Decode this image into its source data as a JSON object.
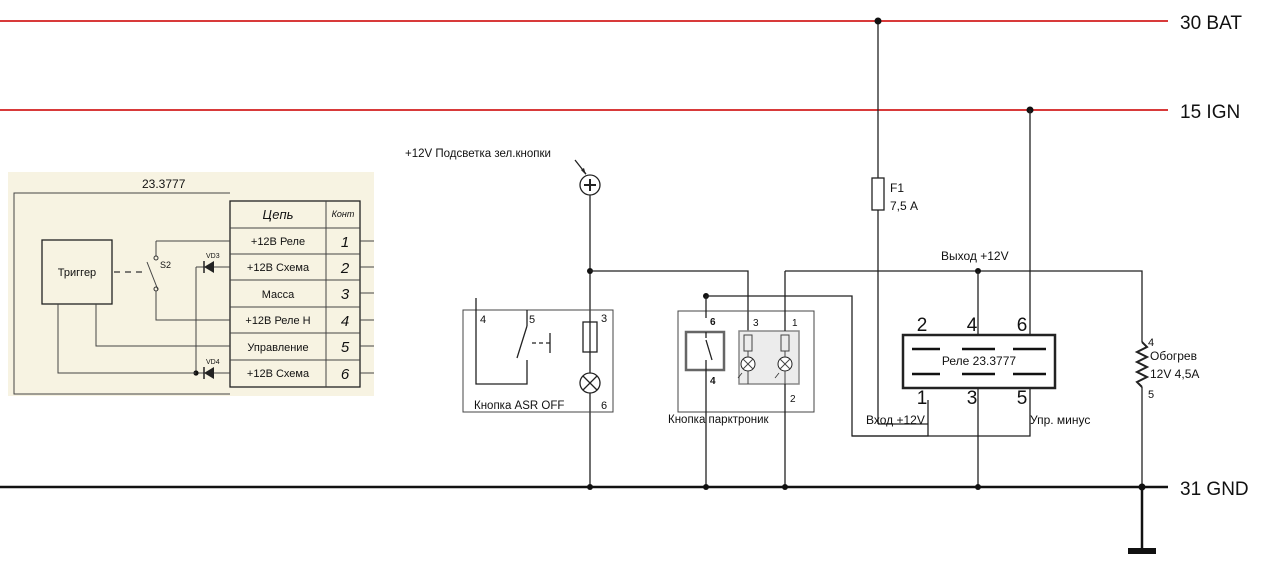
{
  "buses": {
    "bat": "30 BAT",
    "ign": "15 IGN",
    "gnd": "31 GND"
  },
  "colors": {
    "bus_red": "#d83a3a",
    "bus_black": "#111111",
    "inset_bg": "#f7f3e2"
  },
  "inset": {
    "title": "23.3777",
    "trigger": "Триггер",
    "switch": "S2",
    "diode_top": "VD3",
    "diode_bottom": "VD4",
    "header_circuit": "Цепь",
    "header_contact": "Конт",
    "rows": [
      {
        "circuit": "+12В Реле",
        "contact": "1"
      },
      {
        "circuit": "+12В Схема",
        "contact": "2"
      },
      {
        "circuit": "Масса",
        "contact": "3"
      },
      {
        "circuit": "+12В Реле Н",
        "contact": "4"
      },
      {
        "circuit": "Управление",
        "contact": "5"
      },
      {
        "circuit": "+12В Схема",
        "contact": "6"
      }
    ]
  },
  "backlight_label": "+12V Подсветка зел.кнопки",
  "asr": {
    "label": "Кнопка ASR OFF",
    "pins": {
      "p4": "4",
      "p5": "5",
      "p3": "3",
      "p6": "6"
    }
  },
  "parktronic": {
    "label": "Кнопка парктроник",
    "pins": {
      "p6": "6",
      "p4": "4",
      "p3": "3",
      "p1": "1",
      "p2": "2"
    }
  },
  "fuse": {
    "name": "F1",
    "rating": "7,5 А"
  },
  "relay": {
    "label": "Реле 23.3777",
    "top_pins": [
      "2",
      "4",
      "6"
    ],
    "bottom_pins": [
      "1",
      "3",
      "5"
    ],
    "output_label": "Выход +12V",
    "input_label": "Вход +12V",
    "control_label": "Упр. минус"
  },
  "heater": {
    "name": "Обогрев",
    "rating": "12V 4,5A",
    "pin_top": "4",
    "pin_bottom": "5"
  }
}
